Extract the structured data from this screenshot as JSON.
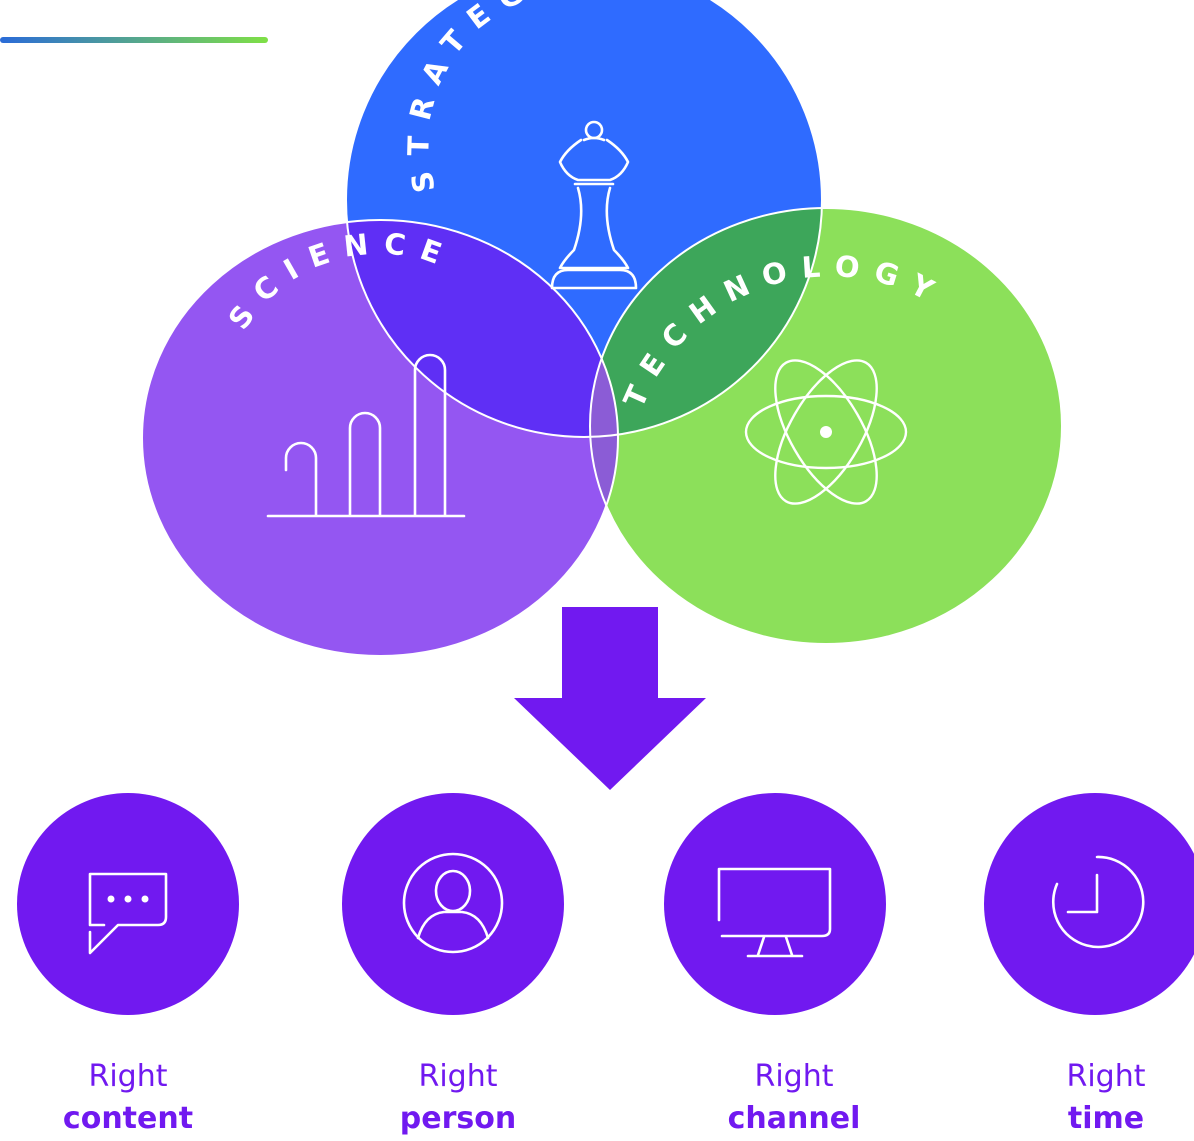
{
  "colors": {
    "strategy": "#2F6BFF",
    "science": "#9456F2",
    "technology": "#8CE05A",
    "strategy_science_overlap": "#5F2FF5",
    "strategy_technology_overlap": "#3DA65A",
    "accent_purple": "#7119F0",
    "text_purple": "#7119F0",
    "top_bar_start": "#2A6BD8",
    "top_bar_end": "#7FE046"
  },
  "venn": {
    "strategy": {
      "label": "STRATEGY",
      "icon": "chess-queen-icon"
    },
    "science": {
      "label": "SCIENCE",
      "icon": "bar-chart-icon"
    },
    "technology": {
      "label": "TECHNOLOGY",
      "icon": "atom-icon"
    }
  },
  "arrow": {
    "icon": "down-arrow-icon"
  },
  "outcomes": [
    {
      "icon": "chat-bubble-icon",
      "line1": "Right",
      "line2": "content"
    },
    {
      "icon": "user-profile-icon",
      "line1": "Right",
      "line2": "person"
    },
    {
      "icon": "monitor-icon",
      "line1": "Right",
      "line2": "channel"
    },
    {
      "icon": "clock-icon",
      "line1": "Right",
      "line2": "time"
    }
  ]
}
